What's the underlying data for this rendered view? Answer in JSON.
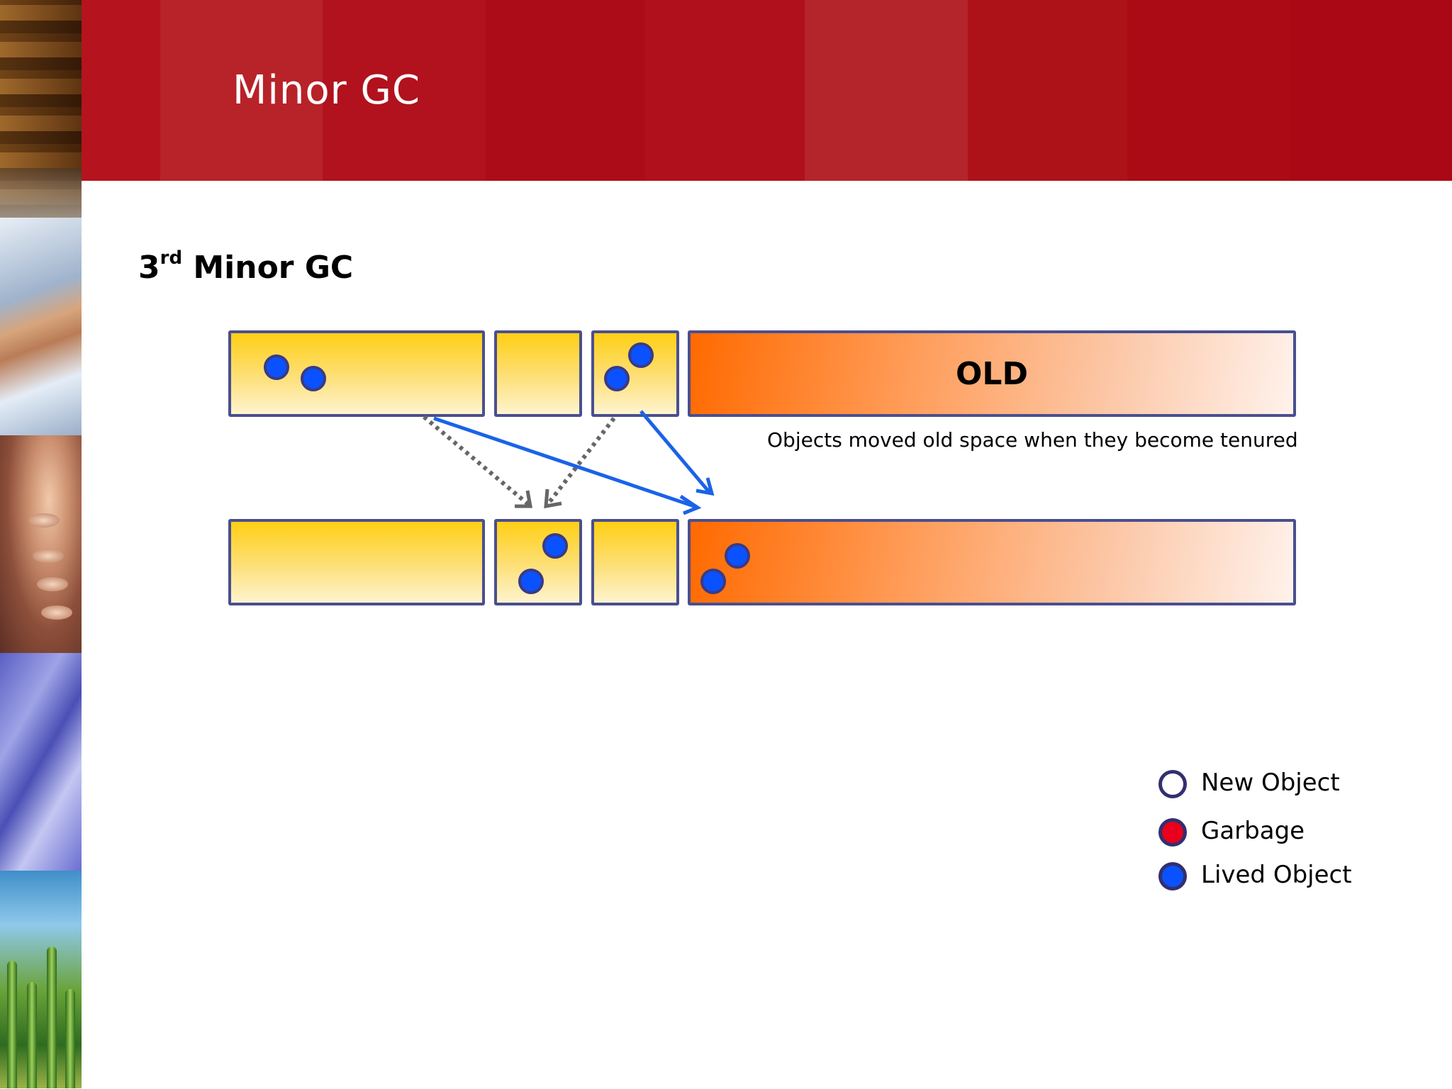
{
  "slide": {
    "title": "Minor GC",
    "subtitle_prefix": "3",
    "subtitle_sup": "rd",
    "subtitle_rest": " Minor GC"
  },
  "diagram": {
    "old_label": "OLD",
    "note": "Objects moved old space when they become tenured"
  },
  "legend": {
    "items": [
      {
        "label": "New Object",
        "color": "#ffffff"
      },
      {
        "label": "Garbage",
        "color": "#e8001c"
      },
      {
        "label": "Lived Object",
        "color": "#0a52ff"
      }
    ]
  },
  "colors": {
    "header_red": "#b5141f",
    "box_border": "#4a4f8f",
    "lived_object": "#0a52ff",
    "arrow_blue": "#1a63e8",
    "arrow_gray": "#666666"
  }
}
